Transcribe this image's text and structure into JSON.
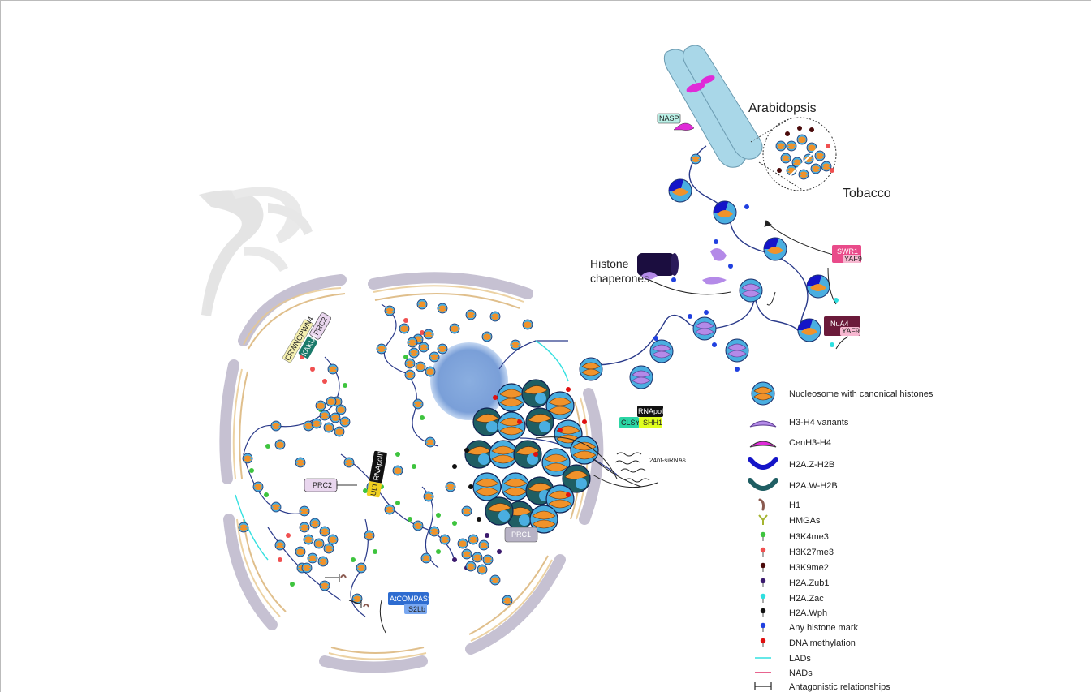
{
  "labels": {
    "arabidopsis": "Arabidopsis",
    "tobacco": "Tobacco",
    "histone_chaperones_1": "Histone",
    "histone_chaperones_2": "chaperones",
    "sirnas": "24nt-siRNAs"
  },
  "complexes": {
    "nasp": "NASP",
    "swr1": "SWR1",
    "swr1_sub": "YAF9",
    "nua4": "NuA4",
    "nua4_sub": "YAF9",
    "rnapoliv": "RNApolIV",
    "clsy": "CLSYs",
    "shh1": "SHH1",
    "rnapolii": "RNApolII",
    "ult1": "ULT1",
    "prc2_left": "PRC2",
    "prc2_top": "PRC2",
    "prc1": "PRC1",
    "atcompass": "AtCOMPASS",
    "s2lb": "S2Lb",
    "crwn1": "CRWN1",
    "crwn4": "CRWN4",
    "kaku4": "KAKU4"
  },
  "legend": [
    {
      "text": "Nucleosome with canonical histones",
      "icon": "nucleosome-icon"
    },
    {
      "text": "H3-H4 variants",
      "icon": "h3h4-variant-icon"
    },
    {
      "text": "CenH3-H4",
      "icon": "cenh3-icon"
    },
    {
      "text": "H2A.Z-H2B",
      "icon": "h2az-icon"
    },
    {
      "text": "H2A.W-H2B",
      "icon": "h2aw-icon"
    },
    {
      "text": "H1",
      "icon": "h1-icon"
    },
    {
      "text": "HMGAs",
      "icon": "hmga-icon"
    },
    {
      "text": "H3K4me3",
      "icon": "pin-icon",
      "color": "#3ec43e"
    },
    {
      "text": "H3K27me3",
      "icon": "pin-icon",
      "color": "#f05050"
    },
    {
      "text": "H3K9me2",
      "icon": "pin-icon",
      "color": "#4a0a0a"
    },
    {
      "text": "H2A.Zub1",
      "icon": "pin-icon",
      "color": "#3b1a6e"
    },
    {
      "text": "H2A.Zac",
      "icon": "pin-icon",
      "color": "#2de0e0"
    },
    {
      "text": "H2A.Wph",
      "icon": "pin-icon",
      "color": "#111111"
    },
    {
      "text": "Any histone mark",
      "icon": "pin-icon",
      "color": "#2040e0"
    },
    {
      "text": "DNA methylation",
      "icon": "pin-icon",
      "color": "#e01010"
    },
    {
      "text": "LADs",
      "icon": "line-icon",
      "color": "#34e0e0"
    },
    {
      "text": "NADs",
      "icon": "line-icon",
      "color": "#e0306a"
    },
    {
      "text": "Antagonistic relationships",
      "icon": "antagonism-icon",
      "color": "#222222"
    }
  ],
  "colors": {
    "histone_orange": "#f0922a",
    "histone_blue": "#4aaee0",
    "h2az": "#1414c8",
    "h2aw": "#1f5e63",
    "h3h4variant": "#b48ae8",
    "cenh3": "#e02ad8",
    "chromosome": "#a9d7e8",
    "nuclear_envelope": "#c6c1d2"
  }
}
